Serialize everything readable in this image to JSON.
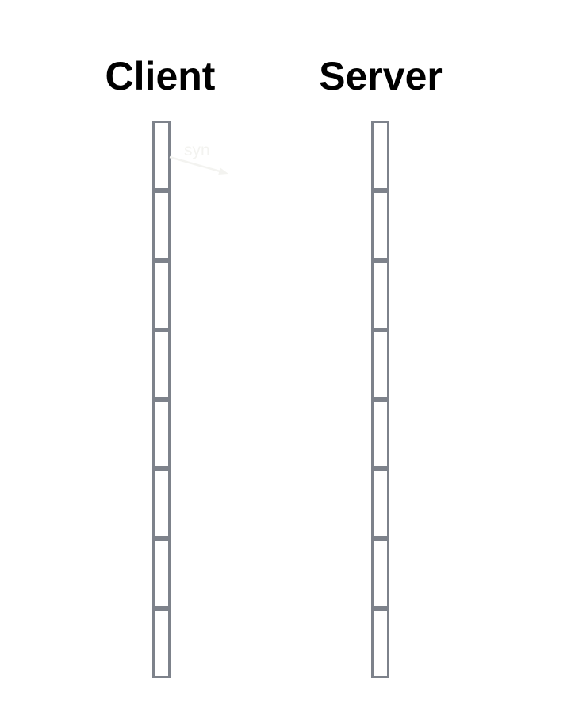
{
  "diagram": {
    "participants": [
      {
        "label": "Client"
      },
      {
        "label": "Server"
      }
    ],
    "lifeline_segments": 8,
    "message": {
      "label": "syn",
      "from": "Client",
      "to": "Server",
      "direction": "down-right",
      "state": "faint"
    },
    "colors": {
      "background": "#ffffff",
      "title_text": "#000000",
      "lifeline_border": "#7d828b",
      "message_faint": "#f3f3f0"
    }
  }
}
